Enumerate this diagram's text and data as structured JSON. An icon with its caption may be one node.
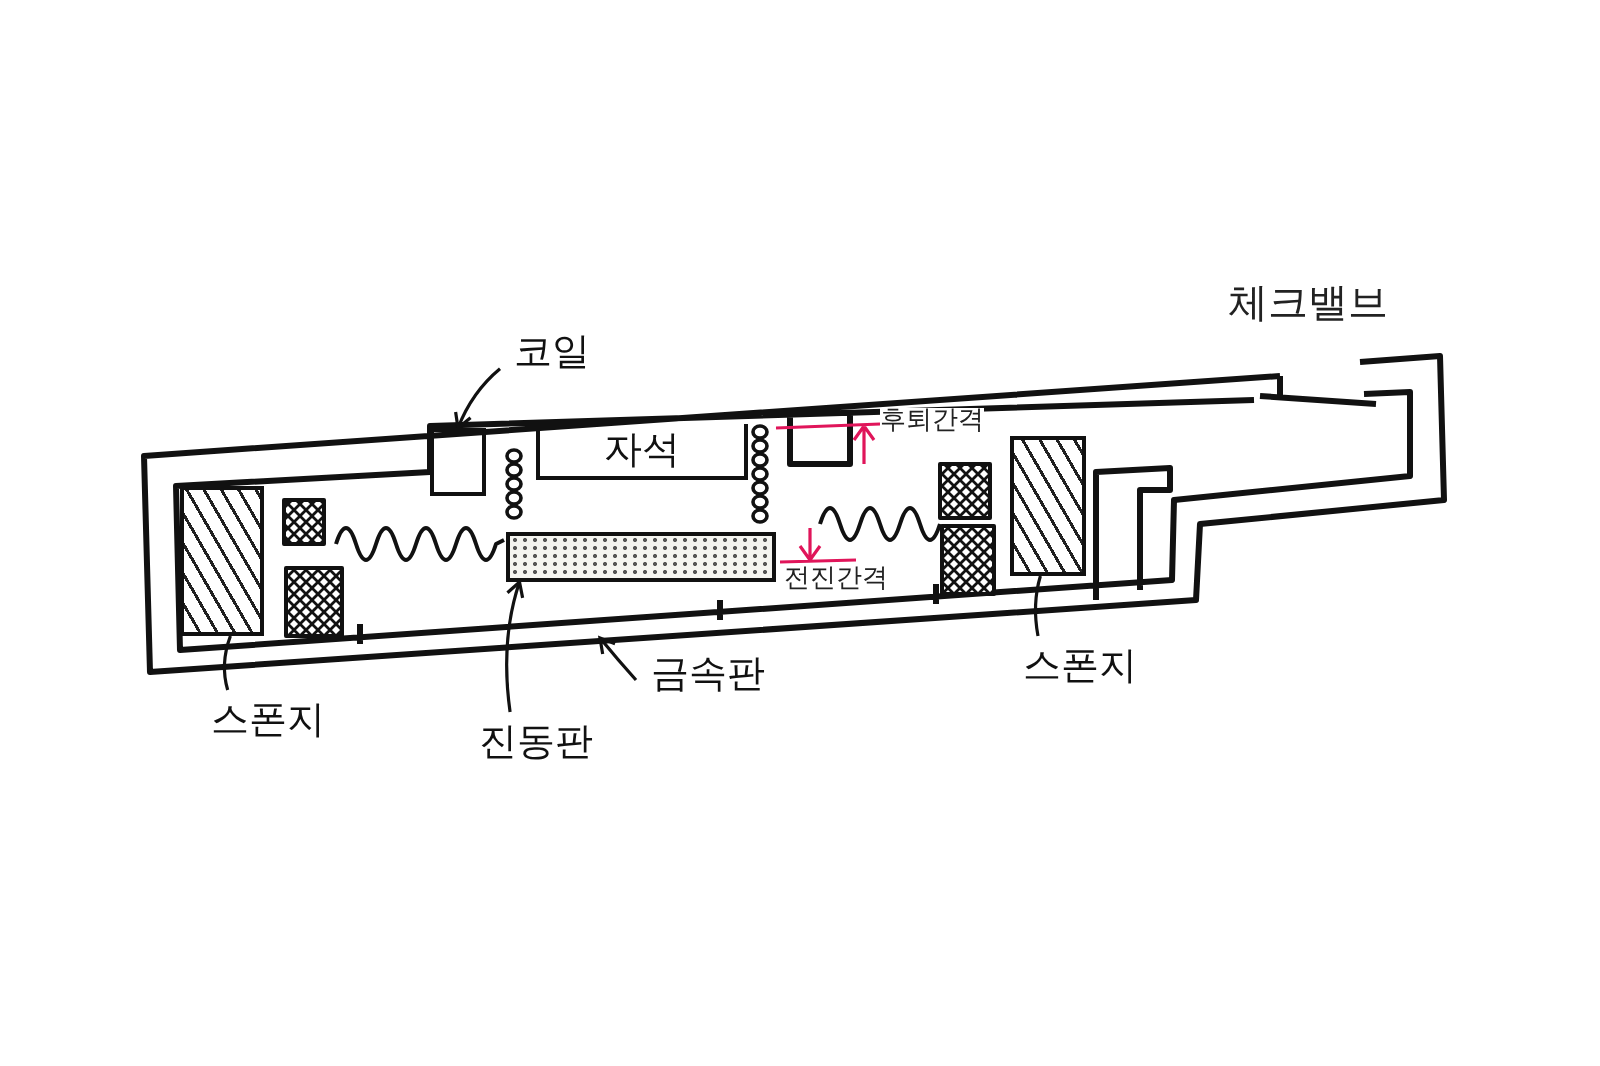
{
  "diagram": {
    "nodes": [
      {
        "text": [
          "코일"
        ]
      },
      {
        "text": [],
        "shape": "box"
      },
      {
        "text": [
          "자석"
        ]
      },
      {
        "text": [
          "스폰지"
        ]
      },
      {
        "text": [],
        "shape": "box"
      },
      {
        "text": [
          "스폰지"
        ]
      },
      {
        "text": [],
        "shape": "box"
      },
      {
        "text": [
          "진동판"
        ]
      },
      {
        "text": [],
        "shape": "bar"
      },
      {
        "text": [
          "금속판"
        ]
      }
    ],
    "edges": [
      {
        "from": 0,
        "to": 1,
        "arrow": "to"
      },
      {
        "from": 3,
        "to": 4,
        "arrow": "none"
      },
      {
        "from": 5,
        "to": 6,
        "arrow": "none"
      },
      {
        "from": 7,
        "to": 8,
        "arrow": "to"
      },
      {
        "from": 9,
        "to": null,
        "arrow": "to"
      }
    ],
    "labels": [
      "체크밸브",
      "후퇴간격",
      "전진간격"
    ]
  }
}
